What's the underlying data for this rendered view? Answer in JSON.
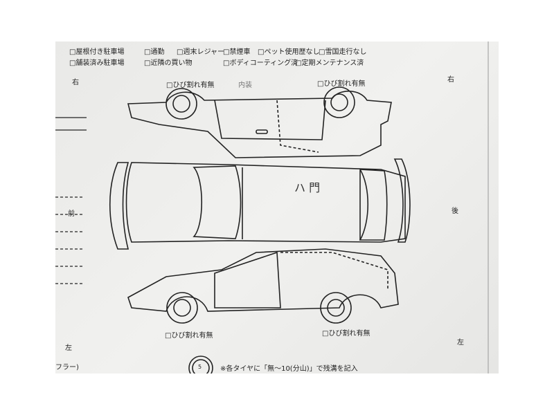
{
  "header": {
    "parking": [
      "□屋根付き駐車場",
      "□舗装済み駐車場"
    ],
    "usage_row1": [
      "□通勤",
      "□週末レジャー",
      "□禁煙車",
      "□ペット使用歴なし",
      "□雪国走行なし"
    ],
    "usage_row2": [
      "□近隣の買い物",
      "□ボディコーティング済",
      "□定期メンテナンス済"
    ]
  },
  "labels": {
    "right": "右",
    "front": "前",
    "rear": "後",
    "left": "左",
    "crack": "□ひび割れ有無",
    "interior": "内装",
    "handwritten": "ハ 門",
    "tire_value": "5",
    "tire_note": "※各タイヤに「無～10(分山)」で残溝を記入",
    "muffler_fragment": "フラー)"
  }
}
